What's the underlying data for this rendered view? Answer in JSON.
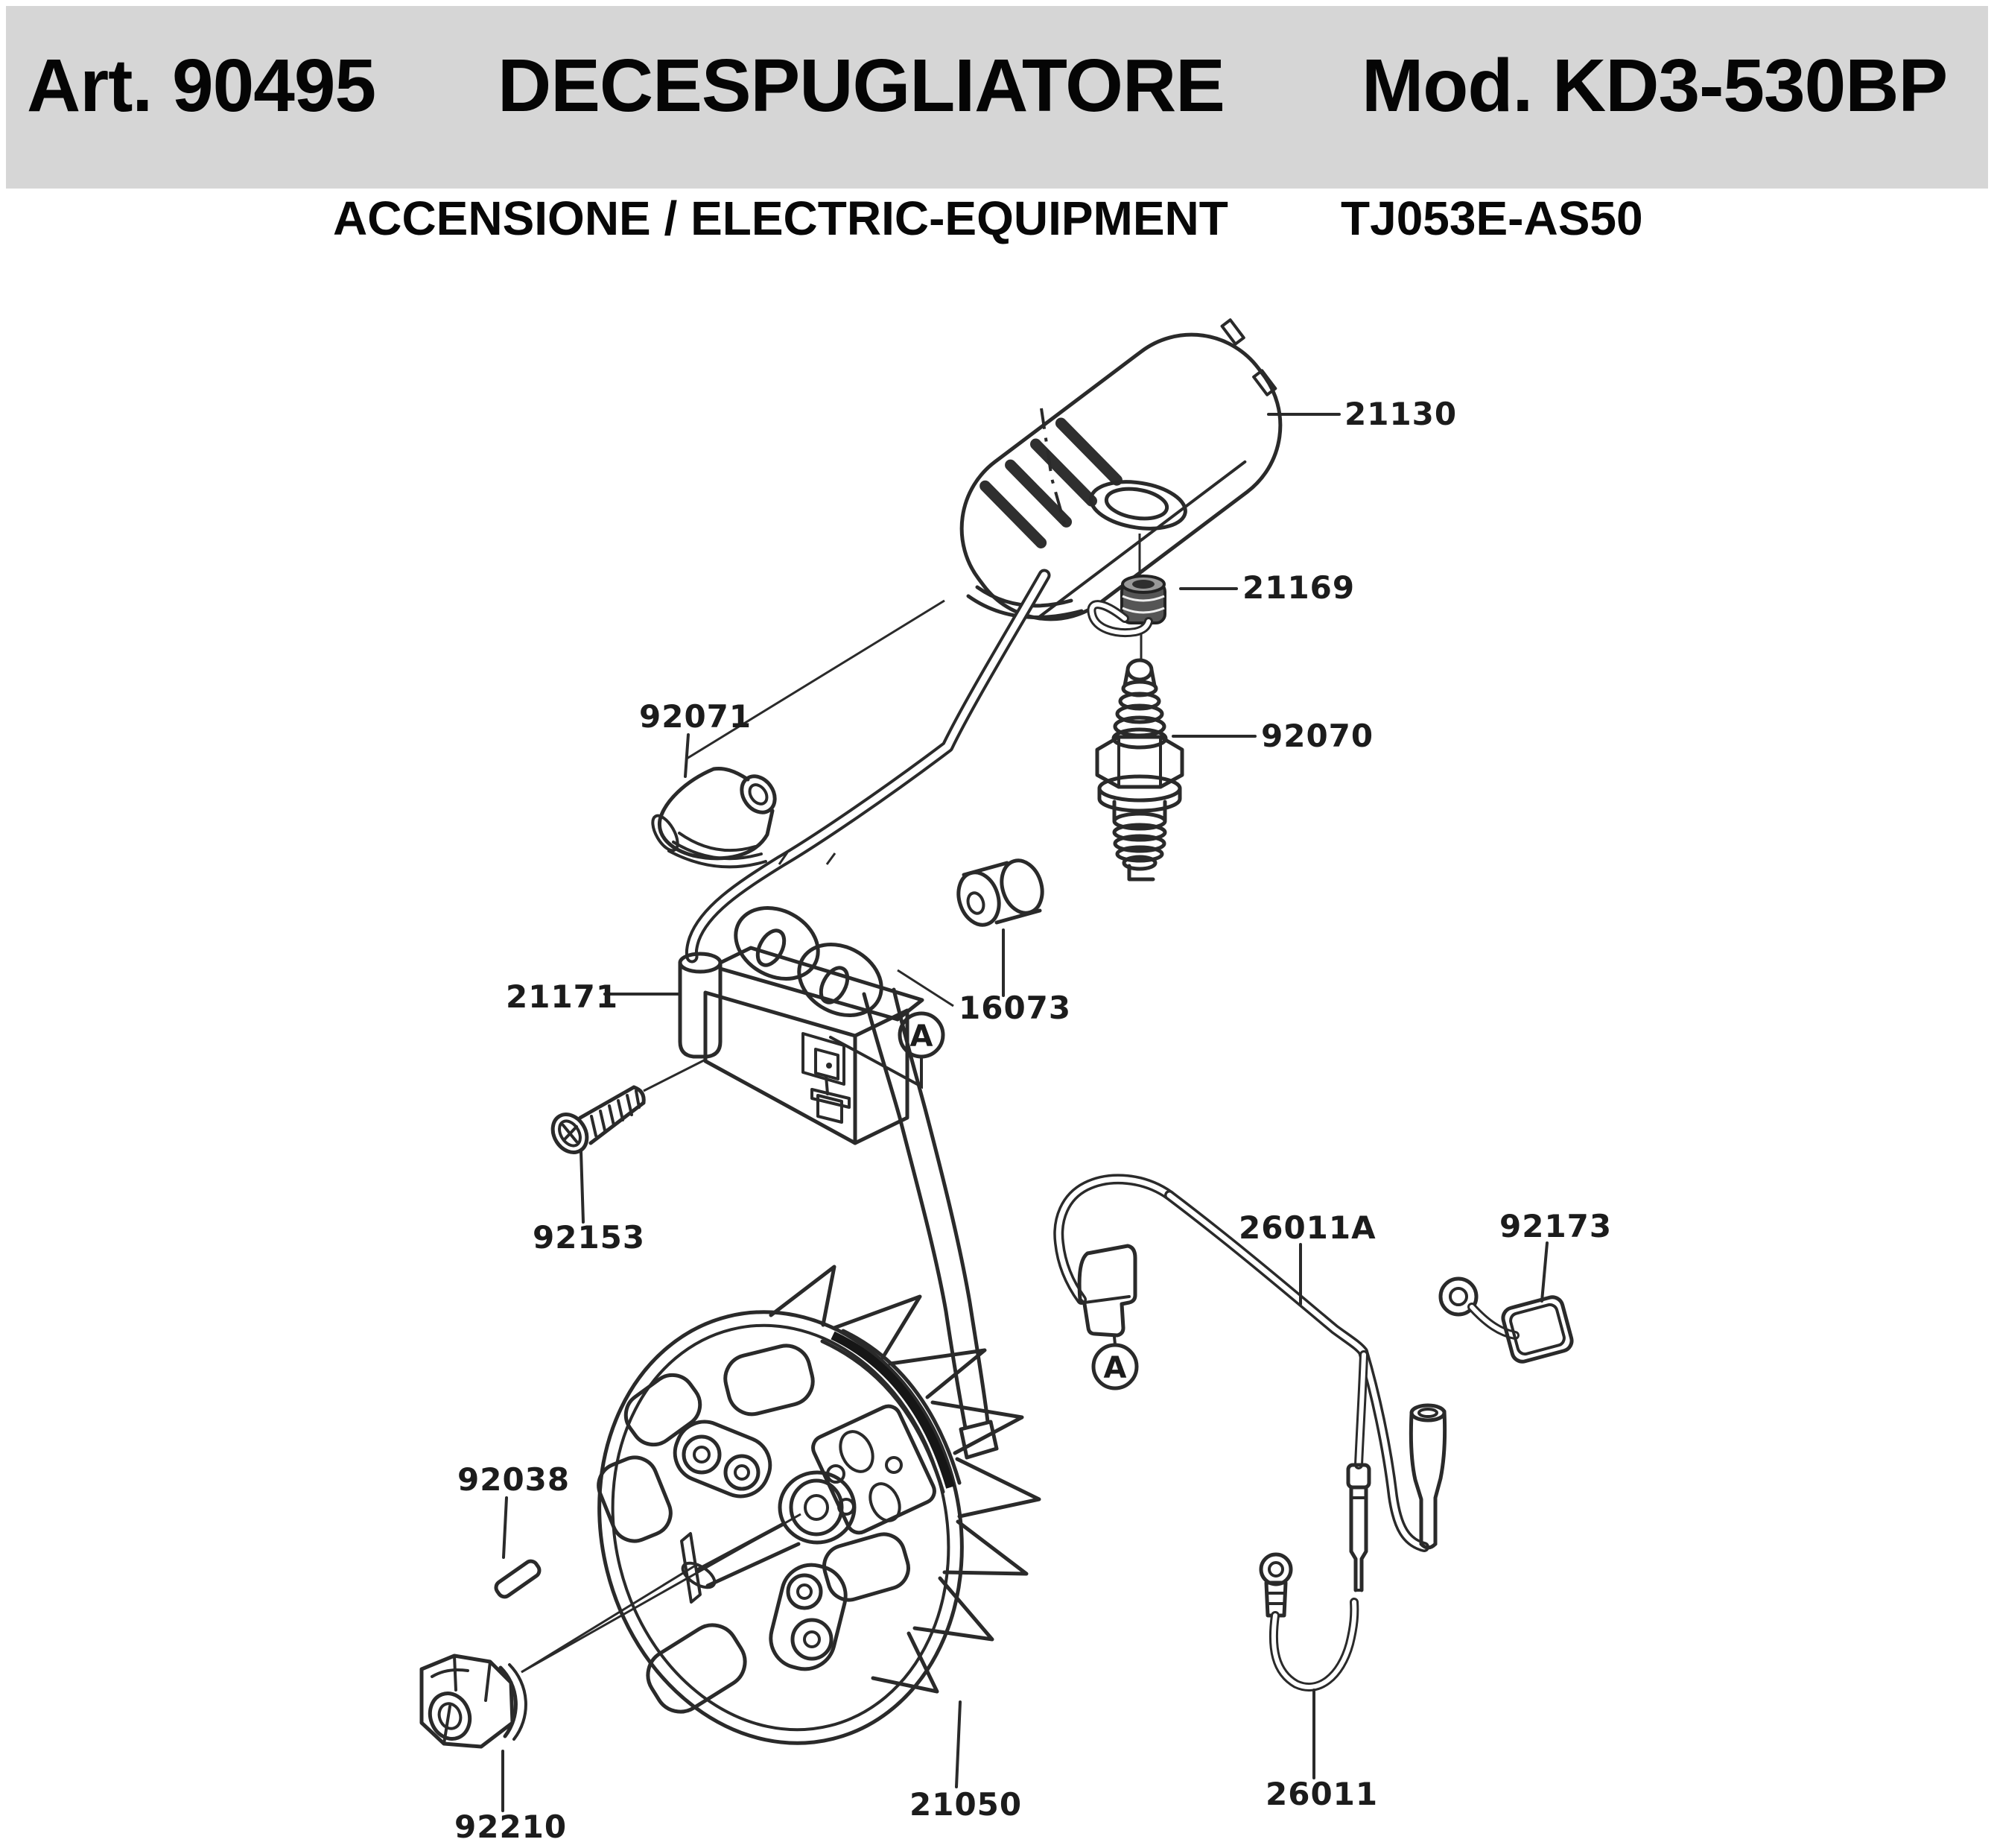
{
  "header": {
    "article": "Art. 90495",
    "title": "DECESPUGLIATORE",
    "model": "Mod. KD3-530BP"
  },
  "subtitle": {
    "section": "ACCENSIONE / ELECTRIC-EQUIPMENT",
    "code": "TJ053E-AS50"
  },
  "view_marker": "A",
  "part_labels": {
    "cover": "21130",
    "spring": "21169",
    "plug_cap": "92071",
    "spark_plug": "92070",
    "ignition_coil": "21171",
    "damper": "16073",
    "bolt": "92153",
    "stop_switch_lead": "26011A",
    "clamp": "92173",
    "woodruff_key": "92038",
    "flywheel": "21050",
    "flange_nut": "92210",
    "ground_lead": "26011"
  }
}
